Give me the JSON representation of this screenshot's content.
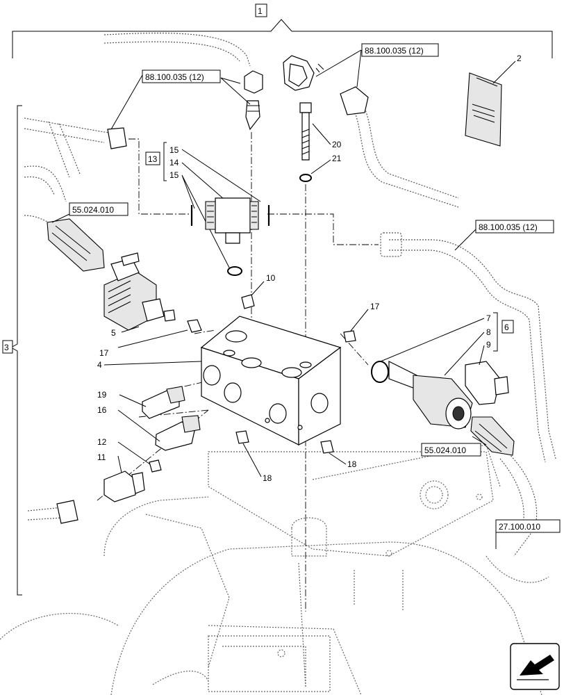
{
  "items": {
    "i1": "1",
    "i2": "2",
    "i3": "3",
    "i4": "4",
    "i5": "5",
    "i6": "6",
    "i7": "7",
    "i8": "8",
    "i9": "9",
    "i10": "10",
    "i11": "11",
    "i12": "12",
    "i13": "13",
    "i14": "14",
    "i15a": "15",
    "i15b": "15",
    "i16": "16",
    "i17a": "17",
    "i17b": "17",
    "i18a": "18",
    "i18b": "18",
    "i19": "19",
    "i20": "20",
    "i21": "21"
  },
  "refs": {
    "r_top_right": "88.100.035 (12)",
    "r_top_left": "88.100.035 (12)",
    "r_mid_right": "88.100.035 (12)",
    "r_sensor_left": "55.024.010",
    "r_sensor_right": "55.024.010",
    "r_frame": "27.100.010"
  },
  "icons": {
    "nav": "front-direction-arrow-icon"
  }
}
